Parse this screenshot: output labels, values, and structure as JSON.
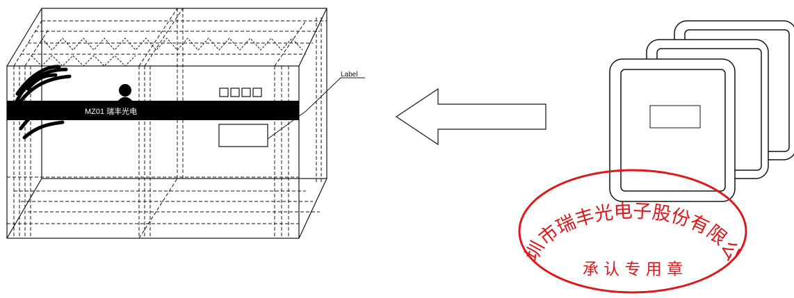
{
  "carton": {
    "band_text": "MZ01 瑞丰光电",
    "label_callout": "Label"
  },
  "stamp": {
    "outer_text": "深圳市瑞丰光电子股份有限公司",
    "inner_text": "承 认 专 用 章",
    "color": "#e0161b"
  },
  "colors": {
    "ink": "#111111",
    "band": "#000000",
    "background": "#ffffff"
  }
}
